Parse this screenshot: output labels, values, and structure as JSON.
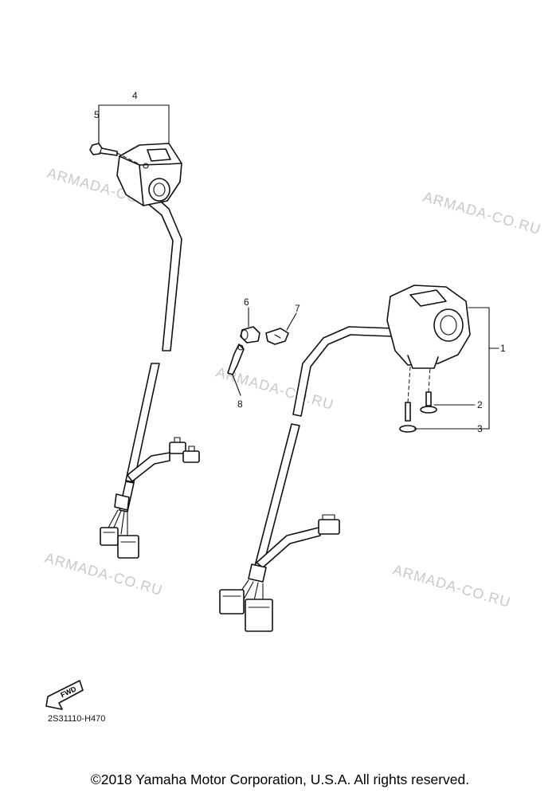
{
  "callouts": [
    "1",
    "2",
    "3",
    "4",
    "5",
    "6",
    "7",
    "8"
  ],
  "watermark": "ARMADA-CO.RU",
  "fwd_label": "FWD",
  "diagram_code": "2S31110-H470",
  "copyright": "©2018 Yamaha Motor Corporation, U.S.A. All rights reserved.",
  "colors": {
    "line": "#111111",
    "watermark": "#c9c9c9",
    "background": "#ffffff"
  }
}
